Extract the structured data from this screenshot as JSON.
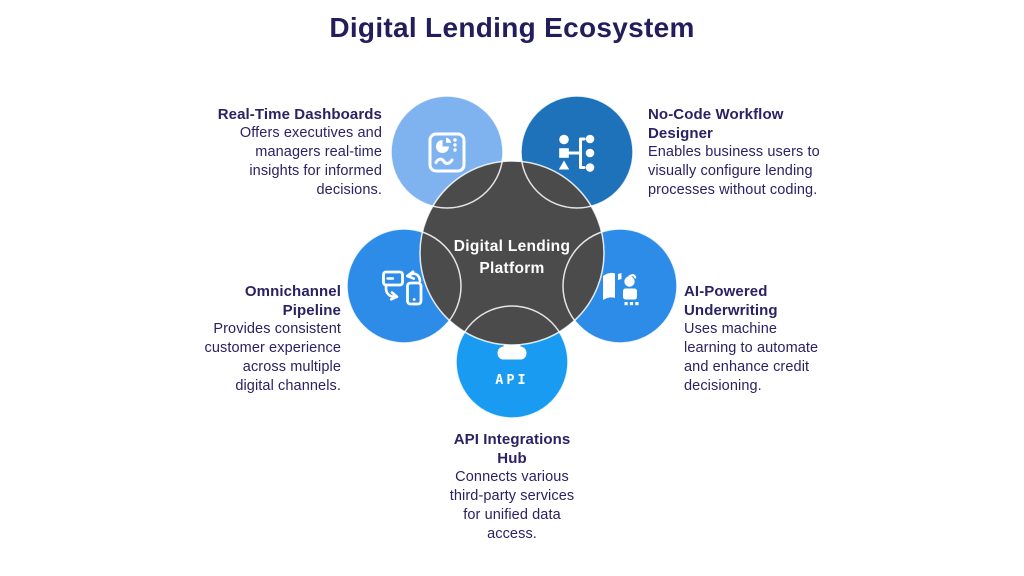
{
  "title": "Digital Lending Ecosystem",
  "center_node": {
    "line1": "Digital Lending",
    "line2": "Platform"
  },
  "nodes": [
    {
      "id": "real-time-dashboards",
      "icon": "dashboard-icon",
      "circle_color": "#7FB3F0",
      "heading_lines": [
        "Real-Time Dashboards"
      ],
      "description_lines": [
        "Offers executives and",
        "managers real-time",
        "insights for informed",
        "decisions."
      ]
    },
    {
      "id": "no-code-workflow-designer",
      "icon": "workflow-icon",
      "circle_color": "#1E72BA",
      "heading_lines": [
        "No-Code Workflow",
        "Designer"
      ],
      "description_lines": [
        "Enables business users to",
        "visually configure lending",
        "processes without coding."
      ]
    },
    {
      "id": "omnichannel-pipeline",
      "icon": "devices-sync-icon",
      "circle_color": "#2E8CE9",
      "heading_lines": [
        "Omnichannel",
        "Pipeline"
      ],
      "description_lines": [
        "Provides consistent",
        "customer experience",
        "across multiple",
        "digital channels."
      ]
    },
    {
      "id": "ai-powered-underwriting",
      "icon": "ai-robot-book-icon",
      "circle_color": "#2E8CE9",
      "heading_lines": [
        "AI-Powered",
        "Underwriting"
      ],
      "description_lines": [
        "Uses machine",
        "learning to automate",
        "and enhance credit",
        "decisioning."
      ]
    },
    {
      "id": "api-integrations-hub",
      "icon": "api-cloud-icon",
      "icon_label": "API",
      "circle_color": "#1A9BF2",
      "heading_lines": [
        "API Integrations",
        "Hub"
      ],
      "description_lines": [
        "Connects various",
        "third-party services",
        "for unified data",
        "access."
      ]
    }
  ],
  "colors": {
    "background": "#FFFFFF",
    "center_circle": "#4B4B4B",
    "circle_outline": "rgba(255,255,255,0.85)",
    "title_text": "#231D5C",
    "body_text": "#2A2263",
    "icon": "#FFFFFF"
  }
}
